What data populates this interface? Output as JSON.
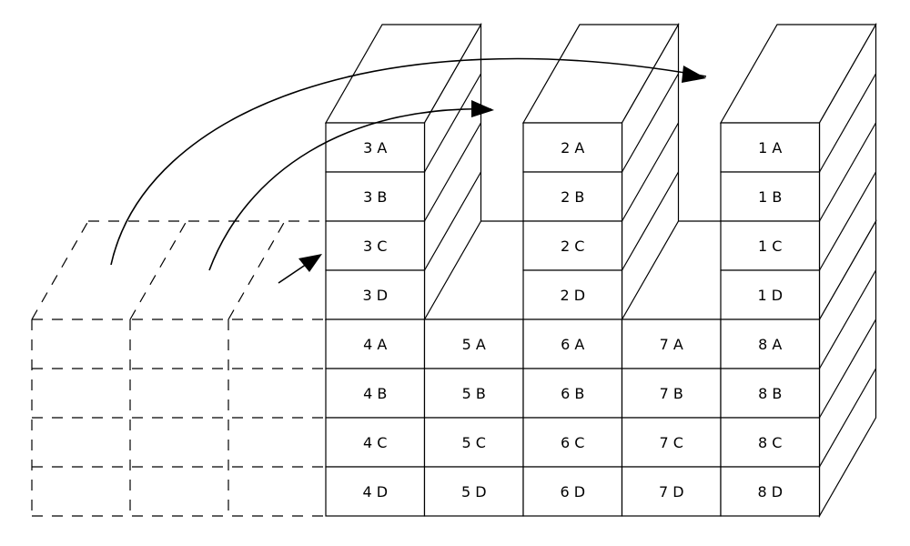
{
  "diagram": {
    "columns": [
      {
        "id": "col-3",
        "top_cells": [
          "3 A",
          "3 B",
          "3 C",
          "3 D"
        ]
      },
      {
        "id": "col-2",
        "top_cells": [
          "2 A",
          "2 B",
          "2 C",
          "2 D"
        ]
      },
      {
        "id": "col-1",
        "top_cells": [
          "1 A",
          "1 B",
          "1 C",
          "1 D"
        ]
      }
    ],
    "bottom_grid": [
      [
        "4 A",
        "5 A",
        "6 A",
        "7 A",
        "8 A"
      ],
      [
        "4 B",
        "5 B",
        "6 B",
        "7 B",
        "8 B"
      ],
      [
        "4 C",
        "5 C",
        "6 C",
        "7 C",
        "8 C"
      ],
      [
        "4 D",
        "5 D",
        "6 D",
        "7 D",
        "8 D"
      ]
    ]
  }
}
